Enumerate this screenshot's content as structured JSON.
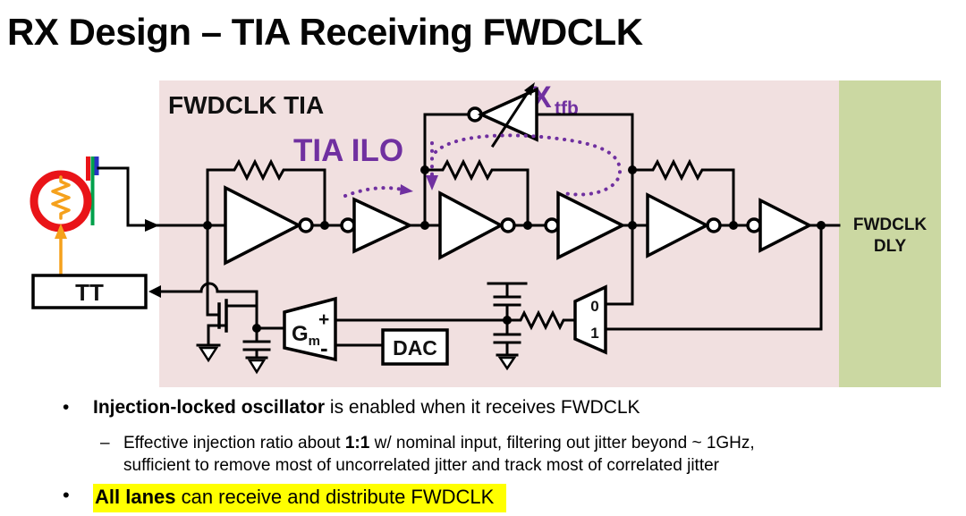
{
  "title": "RX Design – TIA Receiving FWDCLK",
  "diagram": {
    "tia_block_label": "FWDCLK TIA",
    "ilo_label": "TIA ILO",
    "xtfb_base": "X",
    "xtfb_sub": "tfb",
    "tt_label": "TT",
    "gm_base": "G",
    "gm_sub": "m",
    "gm_plus": "+",
    "gm_minus": "-",
    "dac_label": "DAC",
    "mux_input0": "0",
    "mux_input1": "1",
    "out_label_line1": "FWDCLK",
    "out_label_line2": "DLY"
  },
  "colors": {
    "tia_bg": "#f1e0e0",
    "dly_bg": "#cbd8a2",
    "accent_purple": "#7030a0",
    "probe_red": "#e91418",
    "probe_orange": "#f5a11c",
    "bar_red": "#e91418",
    "bar_green": "#00a14b",
    "bar_blue": "#2832c2",
    "highlight_yellow": "#ffff00"
  },
  "bullets": {
    "marker": "•",
    "sub_marker": "–",
    "b1_bold": "Injection-locked oscillator",
    "b1_rest": " is enabled when it receives FWDCLK",
    "sub_pre": "Effective injection ratio about ",
    "sub_bold": "1:1",
    "sub_post": " w/ nominal input, filtering out jitter beyond ~ 1GHz,",
    "sub_line2": "sufficient to remove most of uncorrelated jitter and track most of correlated jitter",
    "b2_bold": "All lanes",
    "b2_rest": " can receive and distribute FWDCLK"
  }
}
